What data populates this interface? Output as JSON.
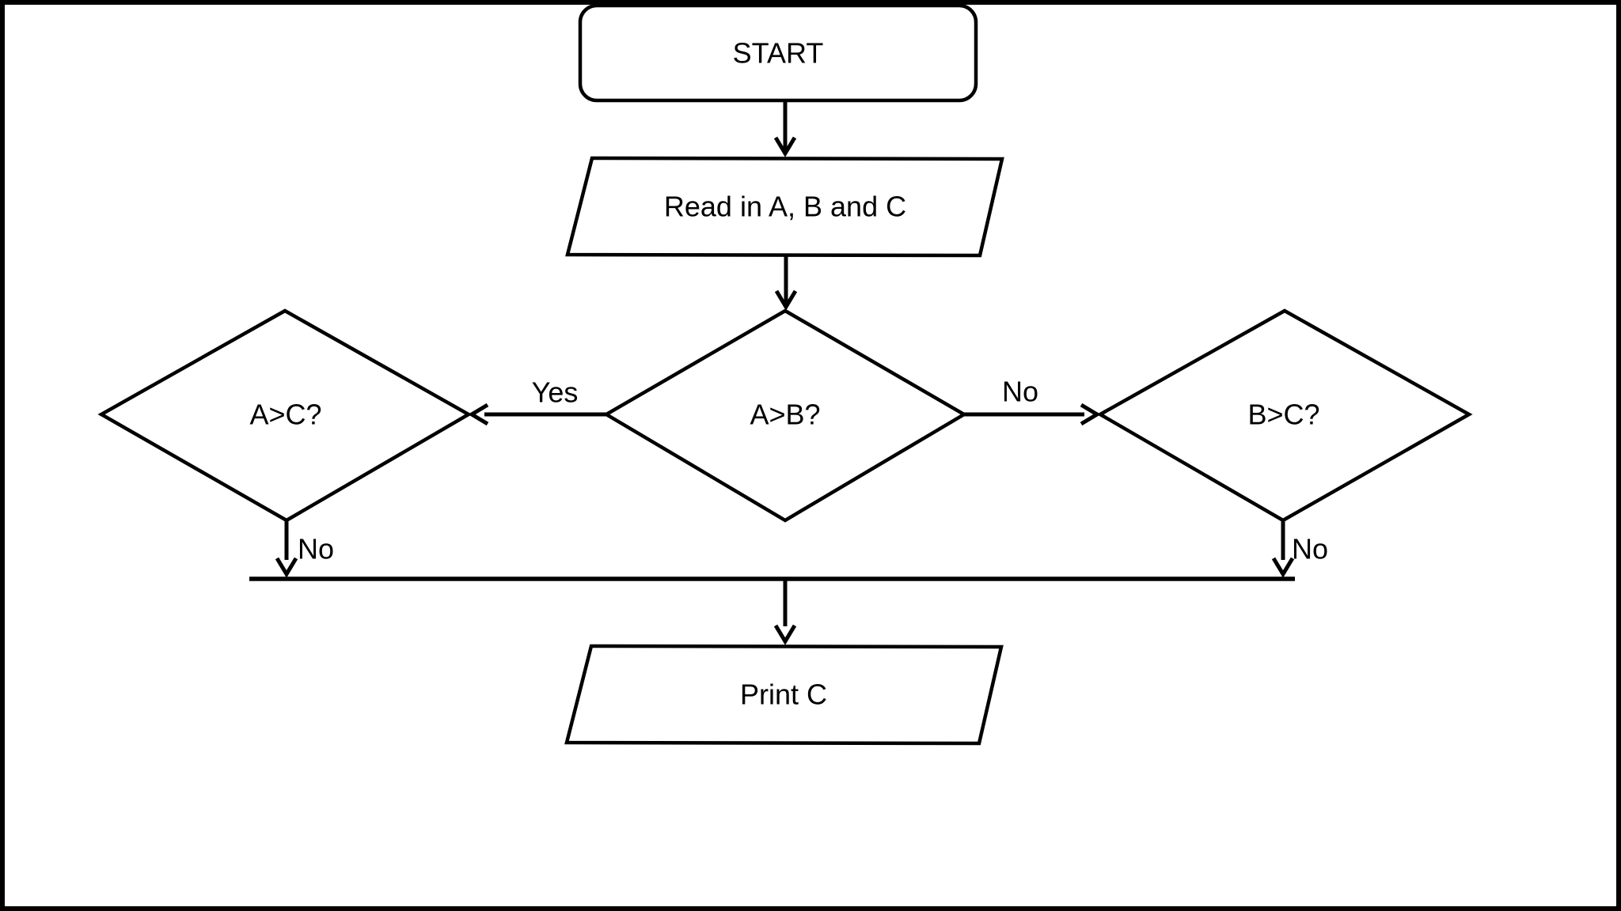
{
  "page": {
    "background": "#ffffff",
    "ink": "#000000"
  },
  "flowchart": {
    "nodes": {
      "start": {
        "label": "START",
        "shape": "rounded-rectangle"
      },
      "read_input": {
        "label": "Read in A, B and C",
        "shape": "parallelogram"
      },
      "a_gt_b": {
        "label": "A>B?",
        "shape": "diamond"
      },
      "a_gt_c": {
        "label": "A>C?",
        "shape": "diamond"
      },
      "b_gt_c": {
        "label": "B>C?",
        "shape": "diamond"
      },
      "print_c": {
        "label": "Print C",
        "shape": "parallelogram"
      }
    },
    "edges": {
      "a_gt_b_yes": {
        "label": "Yes"
      },
      "a_gt_b_no": {
        "label": "No"
      },
      "a_gt_c_no": {
        "label": "No"
      },
      "b_gt_c_no": {
        "label": "No"
      }
    }
  }
}
